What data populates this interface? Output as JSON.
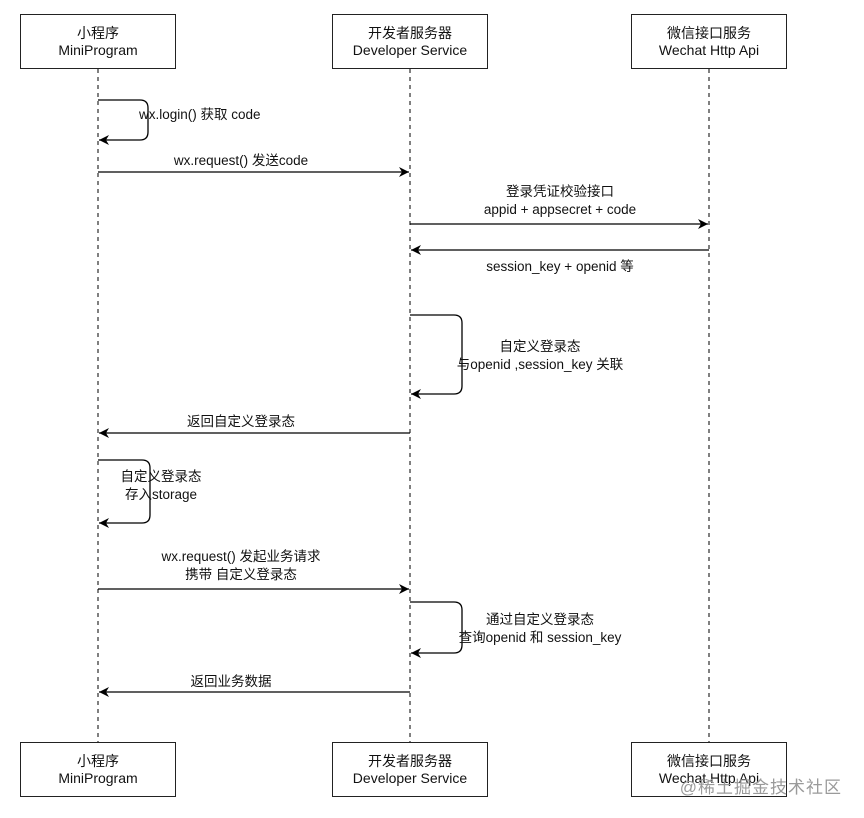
{
  "participants": [
    {
      "id": "mini",
      "name_cn": "小程序",
      "name_en": "MiniProgram"
    },
    {
      "id": "dev",
      "name_cn": "开发者服务器",
      "name_en": "Developer Service"
    },
    {
      "id": "wx",
      "name_cn": "微信接口服务",
      "name_en": "Wechat Http Api"
    }
  ],
  "messages": [
    {
      "id": "m1",
      "from": "mini",
      "to": "mini",
      "lines": [
        "wx.login() 获取 code"
      ]
    },
    {
      "id": "m2",
      "from": "mini",
      "to": "dev",
      "lines": [
        "wx.request() 发送code"
      ]
    },
    {
      "id": "m3",
      "from": "dev",
      "to": "wx",
      "lines": [
        "登录凭证校验接口",
        "appid + appsecret + code"
      ]
    },
    {
      "id": "m4",
      "from": "wx",
      "to": "dev",
      "lines": [
        "session_key + openid 等"
      ]
    },
    {
      "id": "m5",
      "from": "dev",
      "to": "dev",
      "lines": [
        "自定义登录态",
        "与openid ,session_key 关联"
      ]
    },
    {
      "id": "m6",
      "from": "dev",
      "to": "mini",
      "lines": [
        "返回自定义登录态"
      ]
    },
    {
      "id": "m7",
      "from": "mini",
      "to": "mini",
      "lines": [
        "自定义登录态",
        "存入storage"
      ]
    },
    {
      "id": "m8",
      "from": "mini",
      "to": "dev",
      "lines": [
        "wx.request() 发起业务请求",
        "携带 自定义登录态"
      ]
    },
    {
      "id": "m9",
      "from": "dev",
      "to": "dev",
      "lines": [
        "通过自定义登录态",
        "查询openid 和 session_key"
      ]
    },
    {
      "id": "m10",
      "from": "dev",
      "to": "mini",
      "lines": [
        "返回业务数据"
      ]
    }
  ],
  "watermark": "@稀土掘金技术社区"
}
